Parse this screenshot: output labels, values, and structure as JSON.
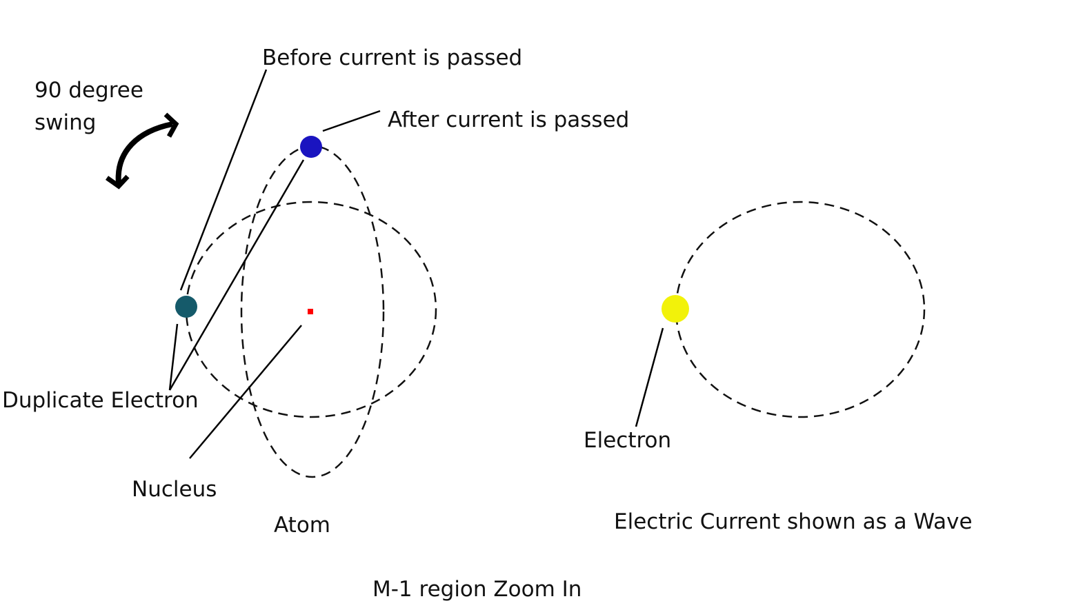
{
  "labels": {
    "before": "Before current is passed",
    "after": "After current is passed",
    "swing_line1": "90 degree",
    "swing_line2": "swing",
    "duplicate": "Duplicate Electron",
    "nucleus": "Nucleus",
    "atom": "Atom",
    "electron": "Electron",
    "wave": "Electric Current shown as a Wave",
    "caption": "M-1 region Zoom In"
  },
  "colors": {
    "electron_before": "#155a6a",
    "electron_after": "#1a14c0",
    "electron_wave": "#f2f20a",
    "nucleus": "#ff0000"
  }
}
